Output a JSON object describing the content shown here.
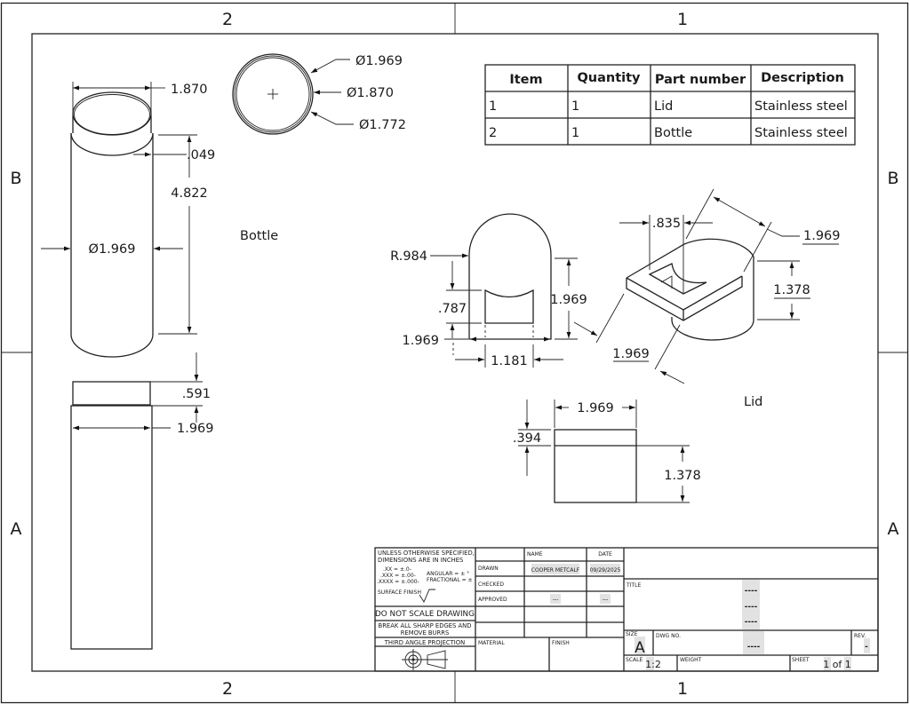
{
  "sheet": {
    "zones_horizontal": [
      "2",
      "1"
    ],
    "zones_vertical": [
      "B",
      "A"
    ]
  },
  "bom": {
    "headers": [
      "Item",
      "Quantity",
      "Part number",
      "Description"
    ],
    "rows": [
      [
        "1",
        "1",
        "Lid",
        "Stainless steel"
      ],
      [
        "2",
        "1",
        "Bottle",
        "Stainless steel"
      ]
    ]
  },
  "views": {
    "bottle": {
      "label": "Bottle",
      "iso_dims": {
        "top_diameter": "1.870",
        "wall": ".049",
        "height": "4.822",
        "diameter": "Ø1.969"
      },
      "top_view_dims": [
        "Ø1.969",
        "Ø1.870",
        "Ø1.772"
      ],
      "side_view_dims": {
        "neck_height": ".591",
        "width": "1.969"
      }
    },
    "lid": {
      "label": "Lid",
      "front_dims": {
        "radius": "R.984",
        "recess_depth": ".787",
        "height": "1.969",
        "base_offset": "1.969",
        "recess_width": "1.181"
      },
      "iso_dims": {
        "slot": ".835",
        "length": "1.969",
        "height": "1.378",
        "width": "1.969"
      },
      "side_dims": {
        "width": "1.969",
        "flange": ".394",
        "height": "1.378"
      }
    }
  },
  "title_block": {
    "notes": {
      "line1": "UNLESS OTHERWISE SPECIFIED,",
      "line2": "DIMENSIONS ARE IN INCHES",
      "tol_xx": ".XX = ±.0-",
      "tol_xxx": ".XXX = ±.00-",
      "tol_xxxx": ".XXXX = ±.000-",
      "angular": "ANGULAR = ± °",
      "fractional": "FRACTIONAL = ±",
      "surface_finish": "SURFACE FINISH"
    },
    "do_not_scale": "DO NOT SCALE DRAWING",
    "break_edges_1": "BREAK ALL SHARP EDGES AND",
    "break_edges_2": "REMOVE BURRS",
    "projection": "THIRD ANGLE PROJECTION",
    "col_name": "NAME",
    "col_date": "DATE",
    "row_drawn": "DRAWN",
    "row_checked": "CHECKED",
    "row_approved": "APPROVED",
    "drawn_name": "COOPER METCALF",
    "drawn_date": "09/29/2025",
    "approved_name": "---",
    "approved_date": "---",
    "material_label": "MATERIAL",
    "finish_label": "FINISH",
    "title_label": "TITLE",
    "title_lines": [
      "----",
      "----",
      "----"
    ],
    "size_label": "SIZE",
    "size_value": "A",
    "dwg_no_label": "DWG NO.",
    "dwg_no_value": "----",
    "rev_label": "REV.",
    "rev_value": "-",
    "scale_label": "SCALE",
    "scale_value": "1:2",
    "weight_label": "WEIGHT",
    "sheet_label": "SHEET",
    "sheet_value": "1 of 1"
  }
}
